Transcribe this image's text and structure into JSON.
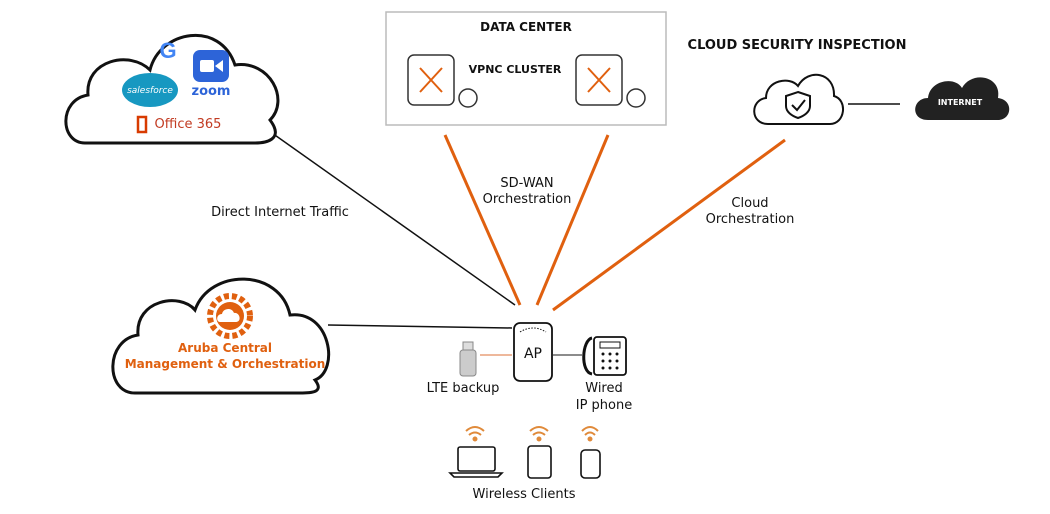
{
  "saas_cloud": {
    "google": "G",
    "salesforce": "salesforce",
    "zoom": "zoom",
    "office": "Office 365"
  },
  "data_center": {
    "title": "DATA CENTER",
    "cluster": "VPNC CLUSTER"
  },
  "cloud_security": {
    "title": "CLOUD SECURITY INSPECTION",
    "internet": "INTERNET"
  },
  "links": {
    "direct": "Direct Internet Traffic",
    "sdwan_1": "SD-WAN",
    "sdwan_2": "Orchestration",
    "cloud_1": "Cloud",
    "cloud_2": "Orchestration"
  },
  "central": {
    "line1": "Aruba Central",
    "line2": "Management & Orchestration"
  },
  "ap": {
    "label": "AP"
  },
  "lte": {
    "label": "LTE backup"
  },
  "phone": {
    "line1": "Wired",
    "line2": "IP phone"
  },
  "clients": {
    "label": "Wireless Clients"
  },
  "colors": {
    "accent": "#e0600f",
    "line": "#111111",
    "box": "#bbbbbb"
  }
}
